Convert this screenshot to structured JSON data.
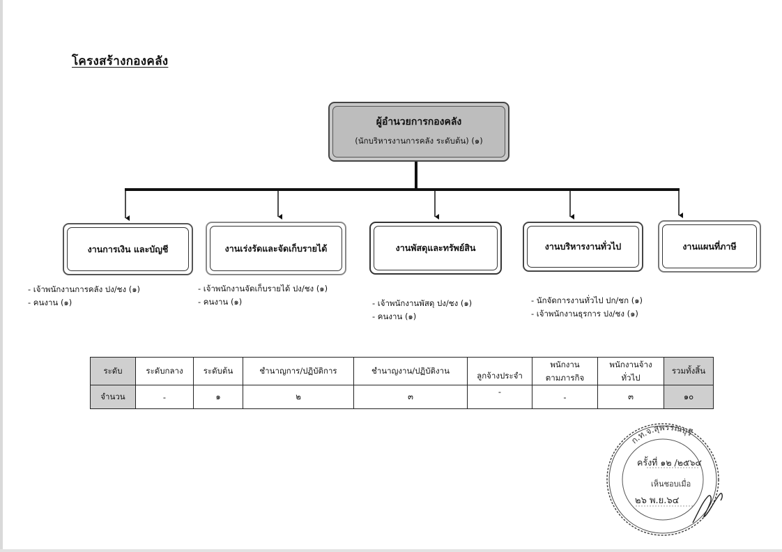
{
  "title": "โครงสร้างกองคลัง",
  "director": {
    "title": "ผู้อำนวยการกองคลัง",
    "subtitle": "(นักบริหารงานการคลัง ระดับต้น) (๑)"
  },
  "departments": [
    {
      "label": "งานการเงิน และบัญชี",
      "staff": [
        "-  เจ้าพนักงานการคลัง ปง/ชง (๑)",
        "- คนงาน  (๑)"
      ]
    },
    {
      "label": "งานเร่งรัดและจัดเก็บรายได้",
      "staff": [
        "-  เจ้าพนักงานจัดเก็บรายได้ ปง/ชง (๑)",
        "- คนงาน  (๑)"
      ]
    },
    {
      "label": "งานพัสดุและทรัพย์สิน",
      "staff": [
        "-  เจ้าพนักงานพัสดุ ปง/ชง (๑)",
        "- คนงาน  (๑)"
      ]
    },
    {
      "label": "งานบริหารงานทั่วไป",
      "staff": [
        "- นักจัดการงานทั่วไป ปก/ชก (๑)",
        "-  เจ้าพนักงานธุรการ ปง/ชง (๑)"
      ]
    },
    {
      "label": "งานแผนที่ภาษี",
      "staff": []
    }
  ],
  "summary_table": {
    "header": [
      "ระดับ",
      "ระดับกลาง",
      "ระดับต้น",
      "ชำนาญการ/ปฏิบัติการ",
      "ชำนาญงาน/ปฏิบัติงาน",
      "ลูกจ้างประจำ",
      "พนักงาน\nตามภารกิจ",
      "พนักงานจ้าง\nทั่วไป",
      "รวมทั้งสิ้น"
    ],
    "row": [
      "จำนวน",
      "-",
      "๑",
      "๒",
      "๓",
      "-",
      "-",
      "๓",
      "๑๐"
    ]
  },
  "stamp": {
    "org": "ก.ท.จ.สุพรรณบุรี",
    "meeting": "ครั้งที่ ๑๒ /๒๕๖๔",
    "approved": "เห็นชอบเมื่อ",
    "date": "๒๖ พ.ย.๖๔"
  }
}
